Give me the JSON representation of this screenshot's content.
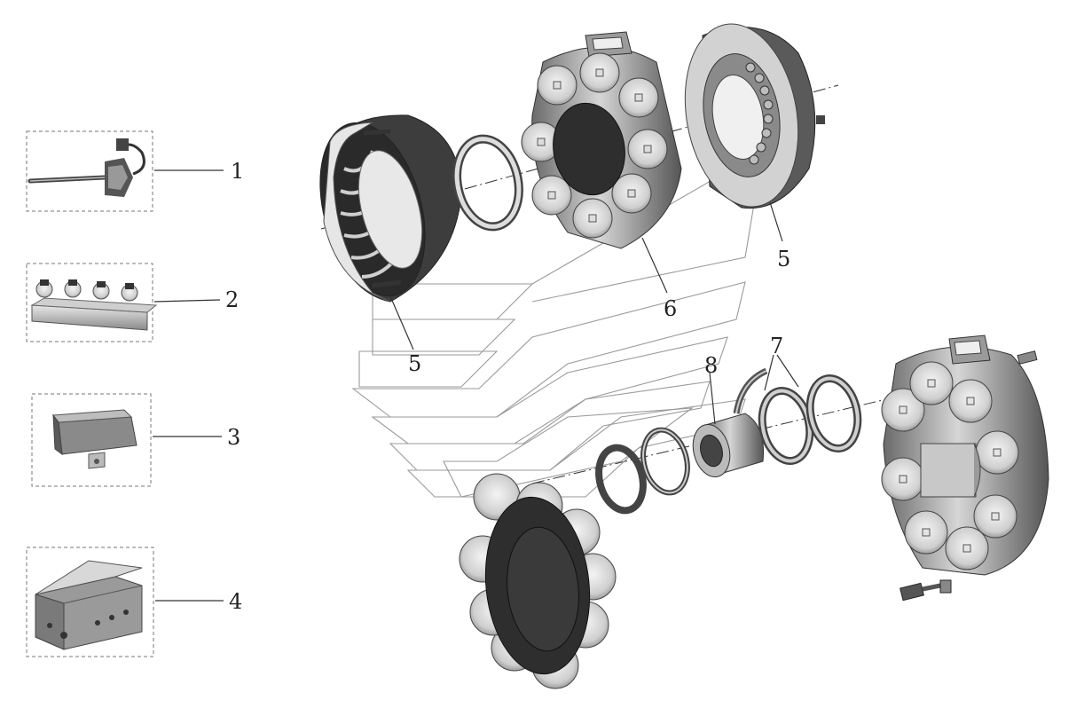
{
  "callouts": {
    "part1": "1",
    "part2": "2",
    "part3": "3",
    "part4": "4",
    "part5_brake_disc": "5",
    "part5_shroud": "5",
    "part6": "6",
    "part7": "7",
    "part8": "8"
  },
  "colors": {
    "metal_light": "#dcdcdc",
    "metal_mid": "#9a9a9a",
    "metal_dark": "#4a4a4a",
    "line": "#333333"
  }
}
